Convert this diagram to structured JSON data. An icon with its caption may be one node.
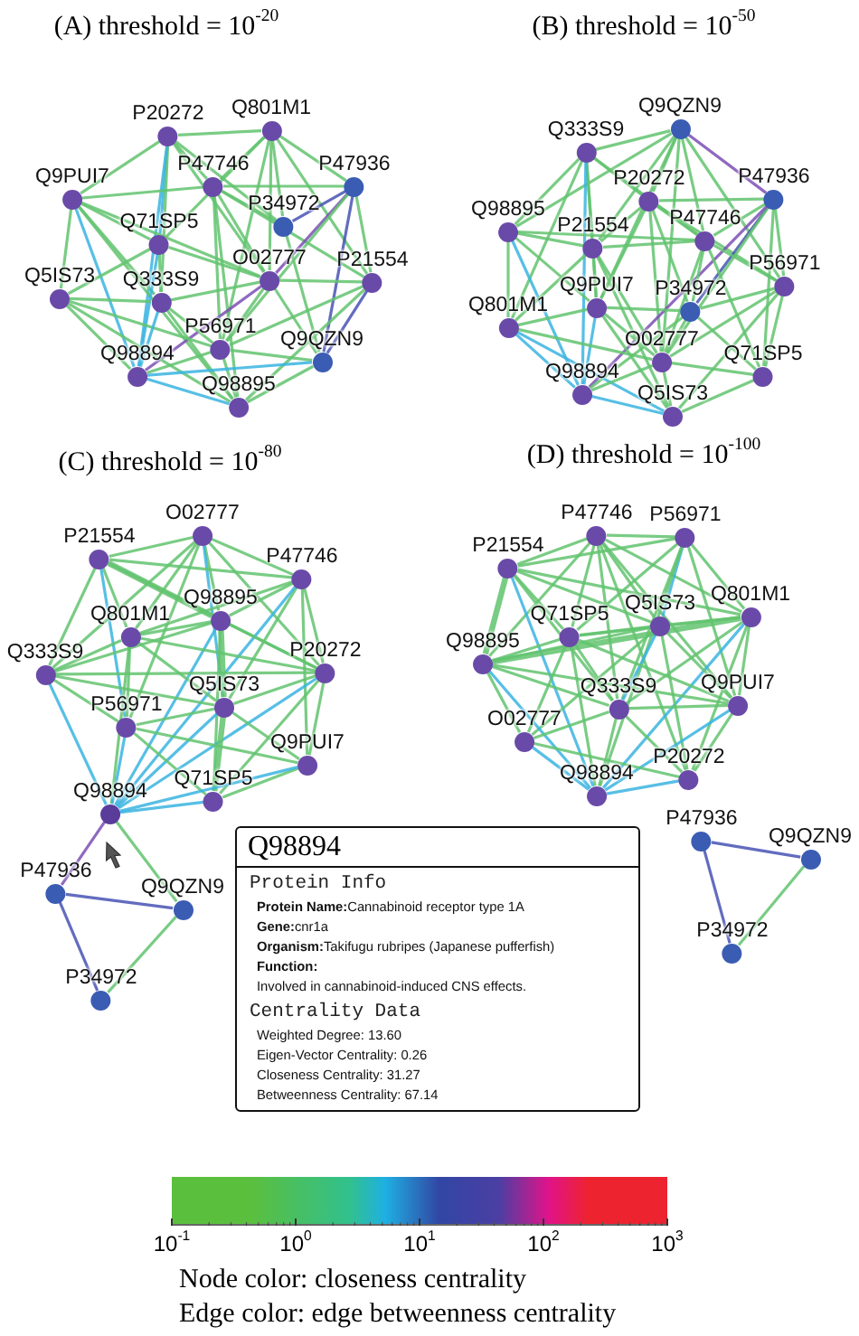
{
  "diagram": {
    "nodes": [
      {
        "text": [
          "P20272"
        ]
      },
      {
        "text": [
          "Q801M1"
        ]
      },
      {
        "text": [
          "Q9PUI7"
        ]
      },
      {
        "text": [
          "P47746"
        ]
      },
      {
        "text": [
          "P47936"
        ]
      },
      {
        "text": [
          "P34972"
        ]
      },
      {
        "text": [
          "Q71SP5"
        ]
      },
      {
        "text": [
          "O02777"
        ]
      },
      {
        "text": [
          "P21554"
        ]
      },
      {
        "text": [
          "Q5IS73"
        ]
      },
      {
        "text": [
          "Q333S9"
        ]
      },
      {
        "text": [
          "P56971"
        ]
      },
      {
        "text": [
          "Q9QZN9"
        ]
      },
      {
        "text": [
          "Q98894"
        ]
      },
      {
        "text": [
          "Q98895"
        ]
      },
      {
        "text": [
          "Q9QZN9"
        ]
      },
      {
        "text": [
          "Q333S9"
        ]
      },
      {
        "text": [
          "P20272"
        ]
      },
      {
        "text": [
          "P47936"
        ]
      },
      {
        "text": [
          "Q98895"
        ]
      },
      {
        "text": [
          "P21554"
        ]
      },
      {
        "text": [
          "P47746"
        ]
      },
      {
        "text": [
          "P56971"
        ]
      },
      {
        "text": [
          "Q9PUI7"
        ]
      },
      {
        "text": [
          "P34972"
        ]
      },
      {
        "text": [
          "Q801M1"
        ]
      },
      {
        "text": [
          "O02777"
        ]
      },
      {
        "text": [
          "Q71SP5"
        ]
      },
      {
        "text": [
          "Q98894"
        ]
      },
      {
        "text": [
          "Q5IS73"
        ]
      },
      {
        "text": [
          "O02777"
        ]
      },
      {
        "text": [
          "P21554"
        ]
      },
      {
        "text": [
          "P47746"
        ]
      },
      {
        "text": [
          "Q98895"
        ]
      },
      {
        "text": [
          "Q801M1"
        ]
      },
      {
        "text": [
          "Q333S9"
        ]
      },
      {
        "text": [
          "P20272"
        ]
      },
      {
        "text": [
          "Q5IS73"
        ]
      },
      {
        "text": [
          "P56971"
        ]
      },
      {
        "text": [
          "Q9PUI7"
        ]
      },
      {
        "text": [
          "Q71SP5"
        ]
      },
      {
        "text": [
          "Q98894"
        ]
      },
      {
        "text": [
          "P47936"
        ]
      },
      {
        "text": [
          "Q9QZN9"
        ]
      },
      {
        "text": [
          "P34972"
        ]
      },
      {
        "text": [
          "P47746"
        ]
      },
      {
        "text": [
          "P56971"
        ]
      },
      {
        "text": [
          "P21554"
        ]
      },
      {
        "text": [
          "Q801M1"
        ]
      },
      {
        "text": [
          "Q5IS73"
        ]
      },
      {
        "text": [
          "Q71SP5"
        ]
      },
      {
        "text": [
          "Q98895"
        ]
      },
      {
        "text": [
          "Q333S9"
        ]
      },
      {
        "text": [
          "Q9PUI7"
        ]
      },
      {
        "text": [
          "O02777"
        ]
      },
      {
        "text": [
          "P20272"
        ]
      },
      {
        "text": [
          "Q98894"
        ]
      },
      {
        "text": [
          "P47936"
        ]
      },
      {
        "text": [
          "Q9QZN9"
        ]
      },
      {
        "text": [
          "P34972"
        ]
      },
      {
        "text": [
          "Q98894",
          "Protein Info",
          "**Protein Name:**Cannabinoid receptor type 1A",
          "**Gene:**cnr1a",
          "**Organism:**Takifugu rubripes (Japanese pufferfish)",
          "Function:",
          "Involved in cannabinoid-induced CNS effects.",
          "Centrality Data",
          "Weighted Degree: 13.60",
          "Eigen-Vector Centrality: 0.26",
          "Closeness Centrality: 31.27",
          "Betweenness Centrality: 67.14"
        ]
      }
    ],
    "edges": [
      {
        "from": 0,
        "to": 1,
        "arrow": "none"
      },
      {
        "from": 0,
        "to": 2,
        "arrow": "none"
      },
      {
        "from": 0,
        "to": 3,
        "arrow": "none"
      },
      {
        "from": 0,
        "to": 6,
        "arrow": "none",
        "color": "#3ab4e0"
      },
      {
        "from": 0,
        "to": 10,
        "arrow": "none"
      },
      {
        "from": 0,
        "to": 13,
        "arrow": "none",
        "color": "#3ab4e0"
      },
      {
        "from": 0,
        "to": 7,
        "arrow": "none"
      },
      {
        "from": 0,
        "to": 5,
        "arrow": "none"
      },
      {
        "from": 1,
        "to": 3,
        "arrow": "none"
      },
      {
        "from": 1,
        "to": 4,
        "arrow": "none"
      },
      {
        "from": 1,
        "to": 5,
        "arrow": "none"
      },
      {
        "from": 1,
        "to": 7,
        "arrow": "none"
      },
      {
        "from": 1,
        "to": 8,
        "arrow": "none"
      },
      {
        "from": 1,
        "to": 6,
        "arrow": "none"
      },
      {
        "from": 1,
        "to": 11,
        "arrow": "none"
      },
      {
        "from": 2,
        "to": 3,
        "arrow": "none"
      },
      {
        "from": 2,
        "to": 6,
        "arrow": "none"
      },
      {
        "from": 2,
        "to": 9,
        "arrow": "none"
      },
      {
        "from": 2,
        "to": 10,
        "arrow": "none"
      },
      {
        "from": 2,
        "to": 13,
        "arrow": "none",
        "color": "#3ab4e0"
      },
      {
        "from": 2,
        "to": 7,
        "arrow": "none"
      },
      {
        "from": 2,
        "to": 14,
        "arrow": "none"
      },
      {
        "from": 3,
        "to": 4,
        "arrow": "none"
      },
      {
        "from": 3,
        "to": 5,
        "arrow": "none"
      },
      {
        "from": 3,
        "to": 7,
        "arrow": "none"
      },
      {
        "from": 3,
        "to": 8,
        "arrow": "none"
      },
      {
        "from": 3,
        "to": 11,
        "arrow": "none"
      },
      {
        "from": 3,
        "to": 14,
        "arrow": "none"
      },
      {
        "from": 4,
        "to": 5,
        "arrow": "none",
        "color": "#4652b4"
      },
      {
        "from": 4,
        "to": 7,
        "arrow": "none",
        "color": "#7b4fb5"
      },
      {
        "from": 4,
        "to": 8,
        "arrow": "none"
      },
      {
        "from": 4,
        "to": 12,
        "arrow": "none",
        "color": "#4652b4"
      },
      {
        "from": 4,
        "to": 11,
        "arrow": "none"
      },
      {
        "from": 5,
        "to": 12,
        "arrow": "none"
      },
      {
        "from": 6,
        "to": 7,
        "arrow": "none"
      },
      {
        "from": 6,
        "to": 9,
        "arrow": "none"
      },
      {
        "from": 6,
        "to": 10,
        "arrow": "none"
      },
      {
        "from": 6,
        "to": 13,
        "arrow": "none",
        "color": "#3ab4e0"
      },
      {
        "from": 7,
        "to": 8,
        "arrow": "none"
      },
      {
        "from": 7,
        "to": 10,
        "arrow": "none"
      },
      {
        "from": 7,
        "to": 11,
        "arrow": "none"
      },
      {
        "from": 7,
        "to": 12,
        "arrow": "none"
      },
      {
        "from": 7,
        "to": 13,
        "arrow": "none",
        "color": "#7b4fb5"
      },
      {
        "from": 8,
        "to": 11,
        "arrow": "none"
      },
      {
        "from": 8,
        "to": 12,
        "arrow": "none",
        "color": "#4652b4"
      },
      {
        "from": 8,
        "to": 14,
        "arrow": "none"
      },
      {
        "from": 9,
        "to": 10,
        "arrow": "none"
      },
      {
        "from": 9,
        "to": 13,
        "arrow": "none"
      },
      {
        "from": 9,
        "to": 14,
        "arrow": "none"
      },
      {
        "from": 9,
        "to": 11,
        "arrow": "none"
      },
      {
        "from": 10,
        "to": 11,
        "arrow": "none"
      },
      {
        "from": 10,
        "to": 13,
        "arrow": "none",
        "color": "#3ab4e0"
      },
      {
        "from": 10,
        "to": 14,
        "arrow": "none"
      },
      {
        "from": 11,
        "to": 12,
        "arrow": "none"
      },
      {
        "from": 11,
        "to": 13,
        "arrow": "none"
      },
      {
        "from": 11,
        "to": 14,
        "arrow": "none"
      },
      {
        "from": 12,
        "to": 13,
        "arrow": "none",
        "color": "#3ab4e0"
      },
      {
        "from": 12,
        "to": 14,
        "arrow": "none"
      },
      {
        "from": 13,
        "to": 14,
        "arrow": "none",
        "color": "#3ab4e0"
      },
      {
        "from": 15,
        "to": 16,
        "arrow": "none"
      },
      {
        "from": 15,
        "to": 17,
        "arrow": "none"
      },
      {
        "from": 15,
        "to": 18,
        "arrow": "none",
        "color": "#7b4fb5"
      },
      {
        "from": 15,
        "to": 20,
        "arrow": "none"
      },
      {
        "from": 15,
        "to": 21,
        "arrow": "none"
      },
      {
        "from": 15,
        "to": 23,
        "arrow": "none"
      },
      {
        "from": 15,
        "to": 26,
        "arrow": "none"
      },
      {
        "from": 15,
        "to": 22,
        "arrow": "none"
      },
      {
        "from": 15,
        "to": 19,
        "arrow": "none"
      },
      {
        "from": 16,
        "to": 17,
        "arrow": "none"
      },
      {
        "from": 16,
        "to": 19,
        "arrow": "none"
      },
      {
        "from": 16,
        "to": 20,
        "arrow": "none"
      },
      {
        "from": 16,
        "to": 23,
        "arrow": "none"
      },
      {
        "from": 16,
        "to": 28,
        "arrow": "none",
        "color": "#3ab4e0"
      },
      {
        "from": 16,
        "to": 21,
        "arrow": "none"
      },
      {
        "from": 16,
        "to": 25,
        "arrow": "none"
      },
      {
        "from": 17,
        "to": 18,
        "arrow": "none"
      },
      {
        "from": 17,
        "to": 20,
        "arrow": "none"
      },
      {
        "from": 17,
        "to": 21,
        "arrow": "none"
      },
      {
        "from": 17,
        "to": 23,
        "arrow": "none"
      },
      {
        "from": 17,
        "to": 24,
        "arrow": "none"
      },
      {
        "from": 17,
        "to": 26,
        "arrow": "none"
      },
      {
        "from": 17,
        "to": 22,
        "arrow": "none"
      },
      {
        "from": 18,
        "to": 21,
        "arrow": "none"
      },
      {
        "from": 18,
        "to": 22,
        "arrow": "none"
      },
      {
        "from": 18,
        "to": 24,
        "arrow": "none",
        "color": "#4652b4"
      },
      {
        "from": 18,
        "to": 27,
        "arrow": "none"
      },
      {
        "from": 18,
        "to": 26,
        "arrow": "none"
      },
      {
        "from": 18,
        "to": 28,
        "arrow": "none",
        "color": "#7b4fb5"
      },
      {
        "from": 19,
        "to": 20,
        "arrow": "none"
      },
      {
        "from": 19,
        "to": 23,
        "arrow": "none"
      },
      {
        "from": 19,
        "to": 25,
        "arrow": "none"
      },
      {
        "from": 19,
        "to": 28,
        "arrow": "none",
        "color": "#3ab4e0"
      },
      {
        "from": 19,
        "to": 21,
        "arrow": "none"
      },
      {
        "from": 20,
        "to": 21,
        "arrow": "none"
      },
      {
        "from": 20,
        "to": 23,
        "arrow": "none"
      },
      {
        "from": 20,
        "to": 25,
        "arrow": "none"
      },
      {
        "from": 20,
        "to": 26,
        "arrow": "none"
      },
      {
        "from": 20,
        "to": 29,
        "arrow": "none"
      },
      {
        "from": 21,
        "to": 22,
        "arrow": "none"
      },
      {
        "from": 21,
        "to": 24,
        "arrow": "none"
      },
      {
        "from": 21,
        "to": 26,
        "arrow": "none"
      },
      {
        "from": 21,
        "to": 27,
        "arrow": "none"
      },
      {
        "from": 22,
        "to": 24,
        "arrow": "none"
      },
      {
        "from": 22,
        "to": 27,
        "arrow": "none"
      },
      {
        "from": 22,
        "to": 26,
        "arrow": "none"
      },
      {
        "from": 22,
        "to": 29,
        "arrow": "none"
      },
      {
        "from": 23,
        "to": 24,
        "arrow": "none"
      },
      {
        "from": 23,
        "to": 25,
        "arrow": "none"
      },
      {
        "from": 23,
        "to": 26,
        "arrow": "none"
      },
      {
        "from": 23,
        "to": 28,
        "arrow": "none",
        "color": "#3ab4e0"
      },
      {
        "from": 23,
        "to": 29,
        "arrow": "none"
      },
      {
        "from": 24,
        "to": 26,
        "arrow": "none"
      },
      {
        "from": 24,
        "to": 27,
        "arrow": "none"
      },
      {
        "from": 24,
        "to": 28,
        "arrow": "none"
      },
      {
        "from": 25,
        "to": 28,
        "arrow": "none",
        "color": "#3ab4e0"
      },
      {
        "from": 25,
        "to": 29,
        "arrow": "none",
        "color": "#3ab4e0"
      },
      {
        "from": 25,
        "to": 26,
        "arrow": "none"
      },
      {
        "from": 26,
        "to": 28,
        "arrow": "none"
      },
      {
        "from": 26,
        "to": 29,
        "arrow": "none"
      },
      {
        "from": 26,
        "to": 27,
        "arrow": "none"
      },
      {
        "from": 27,
        "to": 29,
        "arrow": "none"
      },
      {
        "from": 28,
        "to": 29,
        "arrow": "none",
        "color": "#3ab4e0"
      },
      {
        "from": 30,
        "to": 31,
        "arrow": "none"
      },
      {
        "from": 30,
        "to": 32,
        "arrow": "none"
      },
      {
        "from": 30,
        "to": 33,
        "arrow": "none"
      },
      {
        "from": 30,
        "to": 34,
        "arrow": "none"
      },
      {
        "from": 30,
        "to": 35,
        "arrow": "none"
      },
      {
        "from": 30,
        "to": 36,
        "arrow": "none"
      },
      {
        "from": 30,
        "to": 37,
        "arrow": "none",
        "color": "#3ab4e0"
      },
      {
        "from": 30,
        "to": 38,
        "arrow": "none"
      },
      {
        "from": 31,
        "to": 32,
        "arrow": "none"
      },
      {
        "from": 31,
        "to": 33,
        "arrow": "none",
        "style": "thick"
      },
      {
        "from": 31,
        "to": 34,
        "arrow": "none"
      },
      {
        "from": 31,
        "to": 35,
        "arrow": "none"
      },
      {
        "from": 31,
        "to": 38,
        "arrow": "none",
        "color": "#3ab4e0"
      },
      {
        "from": 31,
        "to": 36,
        "arrow": "none"
      },
      {
        "from": 32,
        "to": 33,
        "arrow": "none"
      },
      {
        "from": 32,
        "to": 34,
        "arrow": "none"
      },
      {
        "from": 32,
        "to": 36,
        "arrow": "none"
      },
      {
        "from": 32,
        "to": 37,
        "arrow": "none"
      },
      {
        "from": 32,
        "to": 39,
        "arrow": "none"
      },
      {
        "from": 32,
        "to": 41,
        "arrow": "none",
        "color": "#3ab4e0"
      },
      {
        "from": 33,
        "to": 34,
        "arrow": "none"
      },
      {
        "from": 33,
        "to": 35,
        "arrow": "none"
      },
      {
        "from": 33,
        "to": 36,
        "arrow": "none"
      },
      {
        "from": 33,
        "to": 37,
        "arrow": "none",
        "style": "thick"
      },
      {
        "from": 33,
        "to": 40,
        "arrow": "none"
      },
      {
        "from": 33,
        "to": 41,
        "arrow": "none",
        "color": "#3ab4e0"
      },
      {
        "from": 34,
        "to": 35,
        "arrow": "none"
      },
      {
        "from": 34,
        "to": 36,
        "arrow": "none"
      },
      {
        "from": 34,
        "to": 37,
        "arrow": "none"
      },
      {
        "from": 34,
        "to": 38,
        "arrow": "none"
      },
      {
        "from": 34,
        "to": 41,
        "arrow": "none"
      },
      {
        "from": 35,
        "to": 36,
        "arrow": "none"
      },
      {
        "from": 35,
        "to": 37,
        "arrow": "none"
      },
      {
        "from": 35,
        "to": 38,
        "arrow": "none"
      },
      {
        "from": 35,
        "to": 41,
        "arrow": "none",
        "color": "#3ab4e0"
      },
      {
        "from": 36,
        "to": 37,
        "arrow": "none"
      },
      {
        "from": 36,
        "to": 39,
        "arrow": "none"
      },
      {
        "from": 36,
        "to": 40,
        "arrow": "none"
      },
      {
        "from": 36,
        "to": 41,
        "arrow": "none",
        "color": "#3ab4e0"
      },
      {
        "from": 37,
        "to": 38,
        "arrow": "none"
      },
      {
        "from": 37,
        "to": 39,
        "arrow": "none"
      },
      {
        "from": 37,
        "to": 40,
        "arrow": "none",
        "style": "thick"
      },
      {
        "from": 37,
        "to": 41,
        "arrow": "none",
        "color": "#3ab4e0"
      },
      {
        "from": 38,
        "to": 40,
        "arrow": "none"
      },
      {
        "from": 38,
        "to": 41,
        "arrow": "none",
        "color": "#3ab4e0"
      },
      {
        "from": 38,
        "to": 39,
        "arrow": "none"
      },
      {
        "from": 39,
        "to": 40,
        "arrow": "none"
      },
      {
        "from": 39,
        "to": 41,
        "arrow": "none",
        "color": "#3ab4e0"
      },
      {
        "from": 40,
        "to": 41,
        "arrow": "none",
        "color": "#3ab4e0"
      },
      {
        "from": 41,
        "to": 42,
        "arrow": "none",
        "color": "#7b4fb5"
      },
      {
        "from": 41,
        "to": 43,
        "arrow": "none"
      },
      {
        "from": 42,
        "to": 43,
        "arrow": "none",
        "color": "#4652b4"
      },
      {
        "from": 42,
        "to": 44,
        "arrow": "none",
        "color": "#4652b4"
      },
      {
        "from": 43,
        "to": 44,
        "arrow": "none"
      },
      {
        "from": 45,
        "to": 46,
        "arrow": "none"
      },
      {
        "from": 45,
        "to": 47,
        "arrow": "none"
      },
      {
        "from": 45,
        "to": 48,
        "arrow": "none"
      },
      {
        "from": 45,
        "to": 49,
        "arrow": "none"
      },
      {
        "from": 45,
        "to": 50,
        "arrow": "none"
      },
      {
        "from": 45,
        "to": 51,
        "arrow": "none"
      },
      {
        "from": 45,
        "to": 52,
        "arrow": "none"
      },
      {
        "from": 45,
        "to": 53,
        "arrow": "none"
      },
      {
        "from": 45,
        "to": 55,
        "arrow": "none"
      },
      {
        "from": 46,
        "to": 47,
        "arrow": "none"
      },
      {
        "from": 46,
        "to": 48,
        "arrow": "none"
      },
      {
        "from": 46,
        "to": 49,
        "arrow": "none",
        "color": "#3ab4e0"
      },
      {
        "from": 46,
        "to": 50,
        "arrow": "none"
      },
      {
        "from": 46,
        "to": 52,
        "arrow": "none"
      },
      {
        "from": 46,
        "to": 53,
        "arrow": "none"
      },
      {
        "from": 46,
        "to": 56,
        "arrow": "none"
      },
      {
        "from": 47,
        "to": 49,
        "arrow": "none"
      },
      {
        "from": 47,
        "to": 50,
        "arrow": "none"
      },
      {
        "from": 47,
        "to": 51,
        "arrow": "none",
        "style": "thick"
      },
      {
        "from": 47,
        "to": 52,
        "arrow": "none"
      },
      {
        "from": 47,
        "to": 56,
        "arrow": "none",
        "color": "#3ab4e0"
      },
      {
        "from": 47,
        "to": 48,
        "arrow": "none"
      },
      {
        "from": 48,
        "to": 49,
        "arrow": "none"
      },
      {
        "from": 48,
        "to": 50,
        "arrow": "none"
      },
      {
        "from": 48,
        "to": 51,
        "arrow": "none",
        "style": "thick"
      },
      {
        "from": 48,
        "to": 52,
        "arrow": "none"
      },
      {
        "from": 48,
        "to": 53,
        "arrow": "none"
      },
      {
        "from": 48,
        "to": 55,
        "arrow": "none"
      },
      {
        "from": 48,
        "to": 56,
        "arrow": "none",
        "color": "#3ab4e0"
      },
      {
        "from": 49,
        "to": 50,
        "arrow": "none"
      },
      {
        "from": 49,
        "to": 51,
        "arrow": "none"
      },
      {
        "from": 49,
        "to": 52,
        "arrow": "none",
        "color": "#3ab4e0"
      },
      {
        "from": 49,
        "to": 53,
        "arrow": "none"
      },
      {
        "from": 49,
        "to": 54,
        "arrow": "none"
      },
      {
        "from": 49,
        "to": 55,
        "arrow": "none"
      },
      {
        "from": 50,
        "to": 51,
        "arrow": "none"
      },
      {
        "from": 50,
        "to": 52,
        "arrow": "none"
      },
      {
        "from": 50,
        "to": 54,
        "arrow": "none"
      },
      {
        "from": 50,
        "to": 56,
        "arrow": "none"
      },
      {
        "from": 50,
        "to": 53,
        "arrow": "none"
      },
      {
        "from": 51,
        "to": 52,
        "arrow": "none"
      },
      {
        "from": 51,
        "to": 54,
        "arrow": "none"
      },
      {
        "from": 51,
        "to": 56,
        "arrow": "none",
        "color": "#3ab4e0"
      },
      {
        "from": 51,
        "to": 53,
        "arrow": "none"
      },
      {
        "from": 52,
        "to": 53,
        "arrow": "none"
      },
      {
        "from": 52,
        "to": 54,
        "arrow": "none"
      },
      {
        "from": 52,
        "to": 55,
        "arrow": "none"
      },
      {
        "from": 52,
        "to": 56,
        "arrow": "none"
      },
      {
        "from": 53,
        "to": 55,
        "arrow": "none"
      },
      {
        "from": 53,
        "to": 56,
        "arrow": "none",
        "color": "#3ab4e0"
      },
      {
        "from": 54,
        "to": 55,
        "arrow": "none"
      },
      {
        "from": 54,
        "to": 56,
        "arrow": "none",
        "color": "#3ab4e0"
      },
      {
        "from": 55,
        "to": 56,
        "arrow": "none",
        "color": "#3ab4e0"
      },
      {
        "from": 57,
        "to": 58,
        "arrow": "none",
        "color": "#4652b4"
      },
      {
        "from": 57,
        "to": 59,
        "arrow": "none",
        "color": "#4652b4"
      },
      {
        "from": 58,
        "to": 59,
        "arrow": "none"
      }
    ],
    "labels": [
      "(A) threshold = 10$^{-20}$",
      "(B) threshold = 10$^{-50}$",
      "(C) threshold = 10$^{-80}$",
      "(D) threshold = 10$^{-100}$",
      "10$^{-1}$",
      "10$^{0}$",
      "10$^{1}$",
      "10$^{2}$",
      "10$^{3}$",
      "Node color: closeness centrality",
      "Edge color: edge betweenness centrality"
    ]
  }
}
